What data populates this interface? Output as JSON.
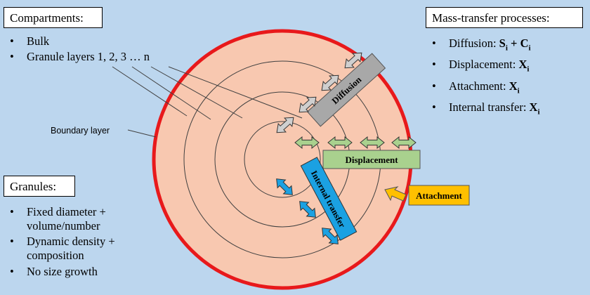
{
  "compartments": {
    "title": "Compartments:",
    "items": [
      "Bulk",
      "Granule layers 1, 2, 3 … n"
    ]
  },
  "mass_transfer": {
    "title": "Mass-transfer processes:",
    "items": [
      {
        "label": "Diffusion: ",
        "formula_a": "S",
        "sub_a": "i",
        "plus": " + ",
        "formula_b": "C",
        "sub_b": "i"
      },
      {
        "label": "Displacement: ",
        "formula_a": "X",
        "sub_a": "i"
      },
      {
        "label": "Attachment: ",
        "formula_a": "X",
        "sub_a": "i"
      },
      {
        "label": "Internal transfer: ",
        "formula_a": "X",
        "sub_a": "i"
      }
    ]
  },
  "granules": {
    "title": "Granules:",
    "items": [
      "Fixed diameter + volume/number",
      "Dynamic density + composition",
      "No size growth"
    ]
  },
  "diagram": {
    "boundary_layer_label": "Boundary layer",
    "diffusion_label": "Diffusion",
    "displacement_label": "Displacement",
    "internal_transfer_label": "Internal transfer",
    "attachment_label": "Attachment",
    "colors": {
      "background": "#bcd6ee",
      "granule_fill": "#f8c8b0",
      "boundary_ring": "#e8191b",
      "diffusion_box": "#a8a8a8",
      "diffusion_arrow": "#cfcfcf",
      "displacement_box": "#a9d18e",
      "internal_transfer_box": "#1ba1e2",
      "attachment_box": "#ffc000"
    }
  }
}
